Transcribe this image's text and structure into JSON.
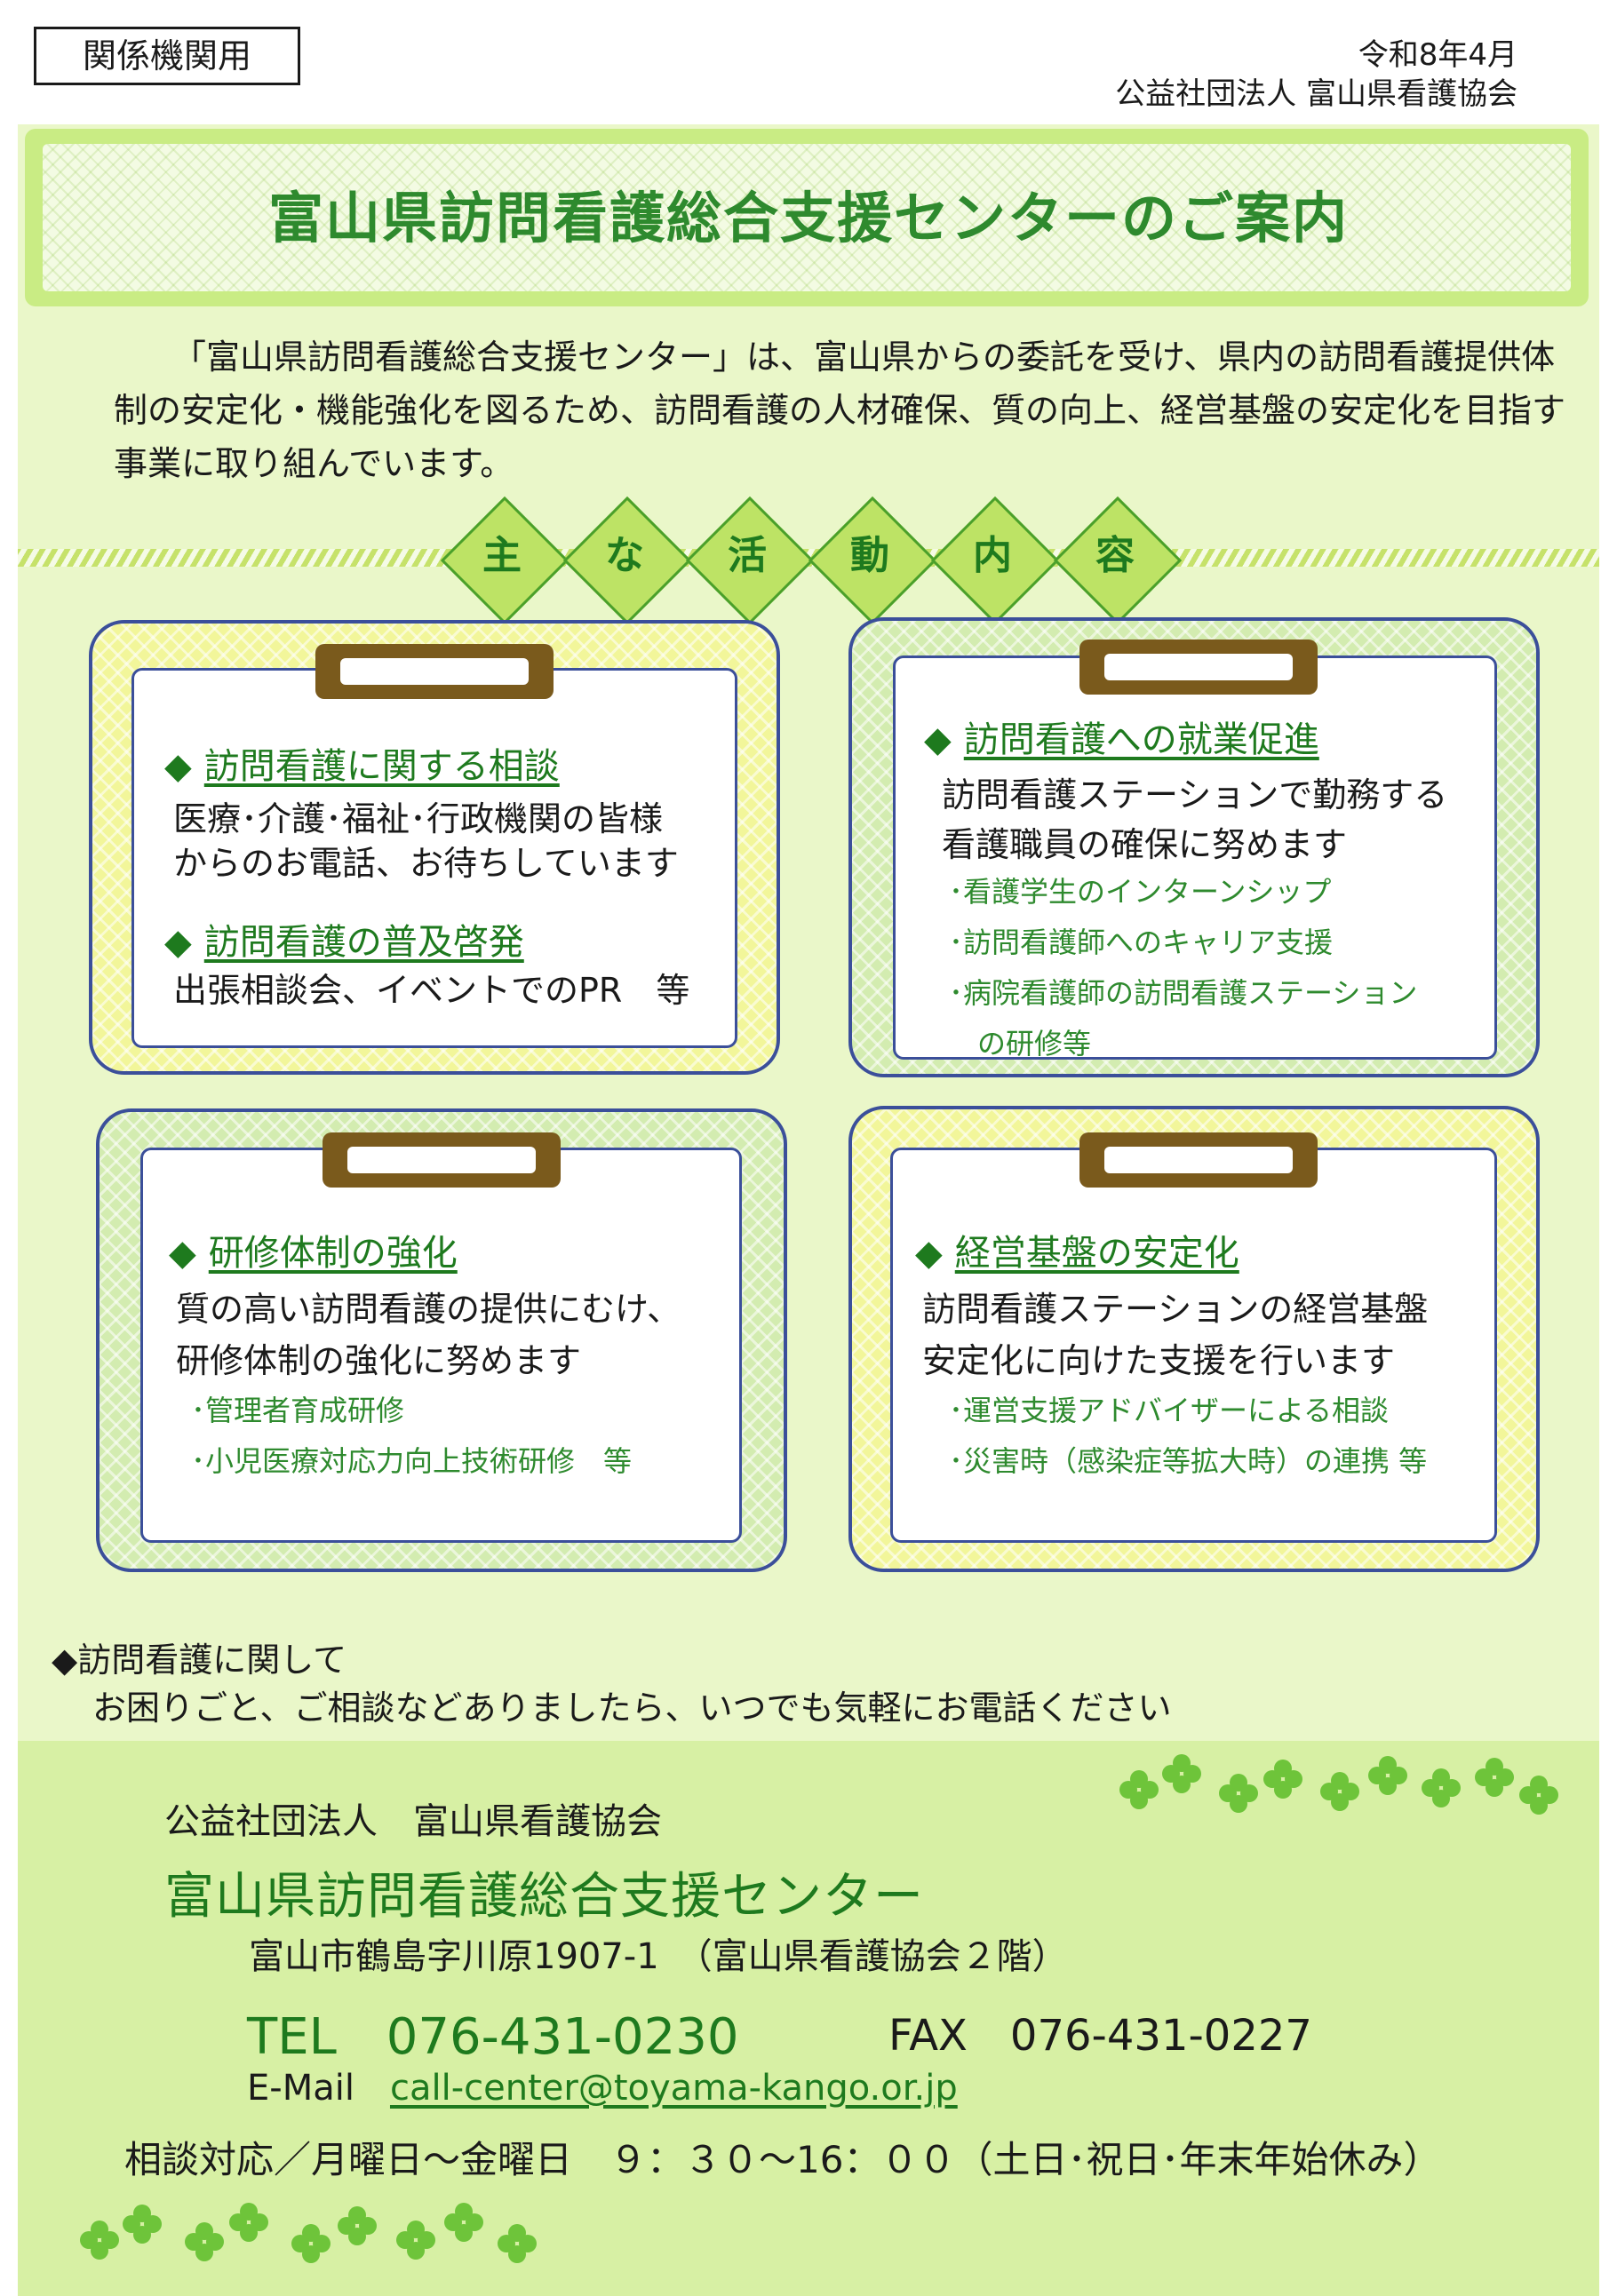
{
  "header": {
    "tag": "関係機関用",
    "date": "令和8年4月",
    "issuer": "公益社団法人 富山県看護協会"
  },
  "title": "富山県訪問看護総合支援センターのご案内",
  "intro": "「富山県訪問看護総合支援センター」は、富山県からの委託を受け、県内の訪問看護提供体制の安定化・機能強化を図るため、訪問看護の人材確保、質の向上、経営基盤の安定化を目指す事業に取り組んでいます。",
  "section_heading": [
    "主",
    "な",
    "活",
    "動",
    "内",
    "容"
  ],
  "cards": [
    {
      "style": "yellow",
      "items": [
        {
          "heading": "訪問看護に関する相談",
          "body": [
            "医療･介護･福祉･行政機関の皆様",
            "からのお電話、お待ちしています"
          ]
        },
        {
          "heading": "訪問看護の普及啓発",
          "body": [
            "出張相談会、イベントでのPR　等"
          ]
        }
      ]
    },
    {
      "style": "green",
      "heading": "訪問看護への就業促進",
      "body": [
        "訪問看護ステーションで勤務する",
        "看護職員の確保に努めます"
      ],
      "list": [
        "･看護学生のインターンシップ",
        "･訪問看護師へのキャリア支援",
        "･病院看護師の訪問看護ステーション",
        "　の研修等"
      ]
    },
    {
      "style": "green",
      "heading": "研修体制の強化",
      "body": [
        "質の高い訪問看護の提供にむけ、",
        "研修体制の強化に努めます"
      ],
      "list": [
        "･管理者育成研修",
        "･小児医療対応力向上技術研修　等"
      ]
    },
    {
      "style": "yellow",
      "heading": "経営基盤の安定化",
      "body": [
        "訪問看護ステーションの経営基盤",
        "安定化に向けた支援を行います"
      ],
      "list": [
        "･運営支援アドバイザーによる相談",
        "･災害時（感染症等拡大時）の連携 等"
      ]
    }
  ],
  "diamond_glyph": "◆",
  "note": {
    "line1": "◆訪問看護に関して",
    "line2": "お困りごと、ご相談などありましたら、いつでも気軽にお電話ください"
  },
  "contact": {
    "org": "公益社団法人　富山県看護協会",
    "center": "富山県訪問看護総合支援センター",
    "address": "富山市鶴島字川原1907-1　（富山県看護協会２階）",
    "tel": "TEL　076-431-0230",
    "fax": "FAX　076-431-0227",
    "email_label": "E-Mail",
    "email": "call-center@toyama-kango.or.jp",
    "hours": "相談対応／月曜日～金曜日　９：３０～16：００（土日･祝日･年末年始休み）"
  },
  "colors": {
    "accent_green": "#1e7a1e",
    "border_blue": "#3b4f9a",
    "clip_brown": "#7a5a1c",
    "background": "#eaf7c9"
  },
  "icons": [
    "diamond-bullet-icon",
    "clover-icon",
    "clipboard-clip-icon"
  ]
}
